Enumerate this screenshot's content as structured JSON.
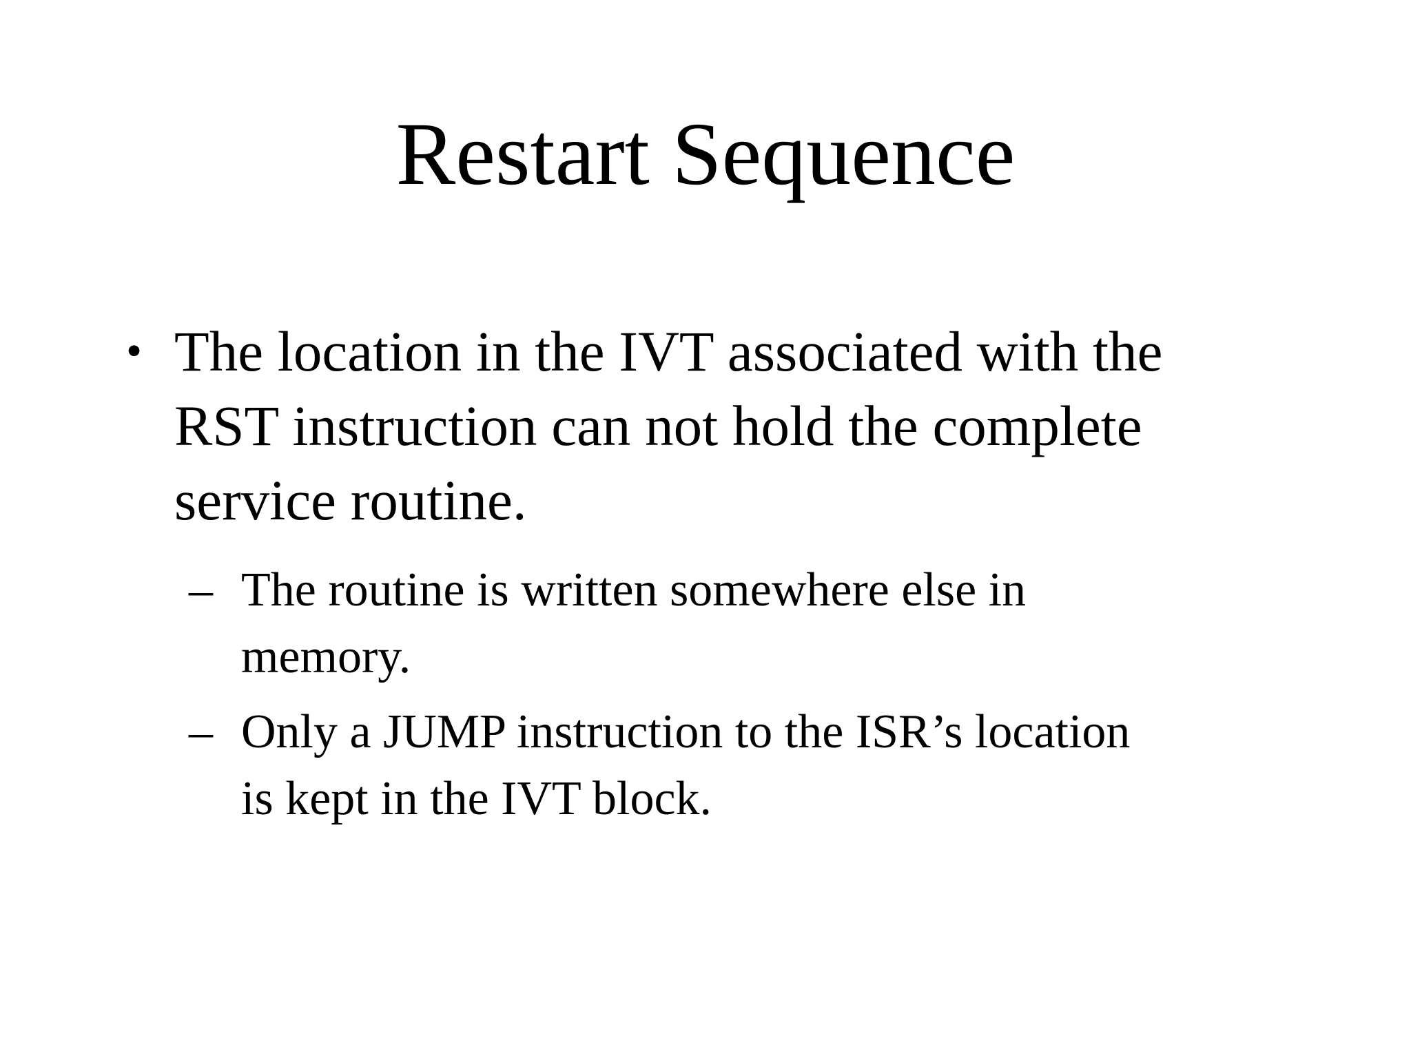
{
  "slide": {
    "colors": {
      "background": "#ffffff",
      "text": "#000000"
    },
    "title": "Restart Sequence",
    "bullets": [
      {
        "level": 1,
        "marker": "•",
        "lines": [
          "The location in the IVT associated with the",
          "RST instruction can not hold the complete",
          "service routine."
        ]
      },
      {
        "level": 2,
        "marker": "–",
        "lines": [
          "The routine is written somewhere else in",
          "memory."
        ]
      },
      {
        "level": 2,
        "marker": "–",
        "lines": [
          "Only a JUMP instruction to the ISR’s location",
          "is kept in the IVT block."
        ]
      }
    ]
  }
}
